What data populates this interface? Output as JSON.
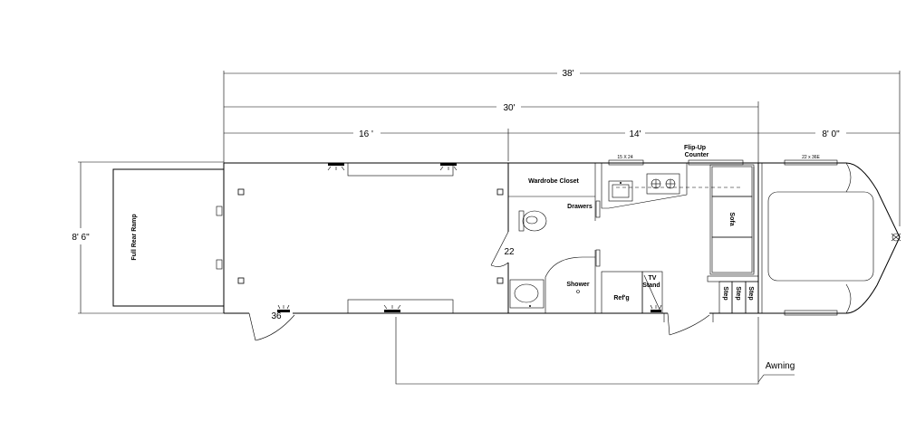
{
  "dimensions": {
    "overall": "38'",
    "box": "30'",
    "garage": "16 '",
    "living": "14'",
    "nose": "8' 0\"",
    "width": "8' 6\""
  },
  "labels": {
    "ramp": "Full Rear Ramp",
    "door_width": "36",
    "wardrobe": "Wardrobe Closet",
    "drawers": "Drawers",
    "bath_door": "22",
    "shower": "Shower",
    "fridge": "Ref'g",
    "tv_stand_line1": "TV",
    "tv_stand_line2": "Stand",
    "window_small": "15 X 24",
    "flipup_line1": "Flip-Up",
    "flipup_line2": "Counter",
    "window_nose": "22 x 36E",
    "sofa": "Sofa",
    "step1": "Step",
    "step2": "Step",
    "step3": "Step",
    "awning": "Awning"
  }
}
